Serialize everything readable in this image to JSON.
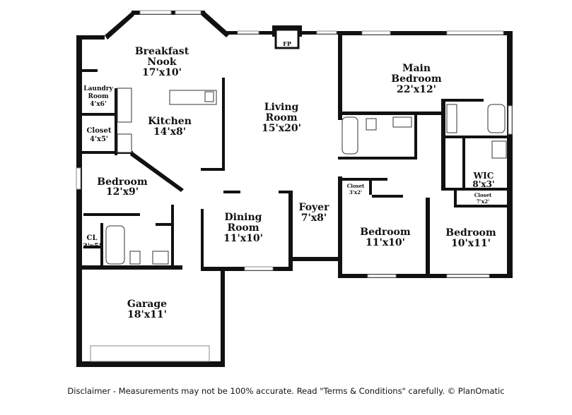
{
  "rooms": {
    "breakfast_nook": {
      "name_line1": "Breakfast",
      "name_line2": "Nook",
      "size": "17'x10'"
    },
    "laundry": {
      "name_line1": "Laundry",
      "name_line2": "Room",
      "size": "4'x6'"
    },
    "kitchen": {
      "name": "Kitchen",
      "size": "14'x8'"
    },
    "closet_west": {
      "name": "Closet",
      "size": "4'x5'"
    },
    "living_room": {
      "name_line1": "Living",
      "name_line2": "Room",
      "size": "15'x20'"
    },
    "fireplace": {
      "label": "FP"
    },
    "main_bedroom": {
      "name_line1": "Main",
      "name_line2": "Bedroom",
      "size": "22'x12'"
    },
    "bedroom_west": {
      "name": "Bedroom",
      "size": "12'x9'"
    },
    "cl": {
      "name": "CL",
      "size": "3'x5'"
    },
    "dining_room": {
      "name_line1": "Dining",
      "name_line2": "Room",
      "size": "11'x10'"
    },
    "foyer": {
      "name": "Foyer",
      "size": "7'x8'"
    },
    "wic": {
      "name": "WIC",
      "size": "8'x3'"
    },
    "closet_a": {
      "name": "Closet",
      "size": "3'x2'"
    },
    "closet_b": {
      "name": "Closet",
      "size": "7'x2'"
    },
    "bedroom_center": {
      "name": "Bedroom",
      "size": "11'x10'"
    },
    "bedroom_east": {
      "name": "Bedroom",
      "size": "10'x11'"
    },
    "garage": {
      "name": "Garage",
      "size": "18'x11'"
    }
  },
  "disclaimer": "Disclaimer - Measurements may not be 100% accurate. Read \"Terms & Conditions\" carefully. © PlanOmatic"
}
